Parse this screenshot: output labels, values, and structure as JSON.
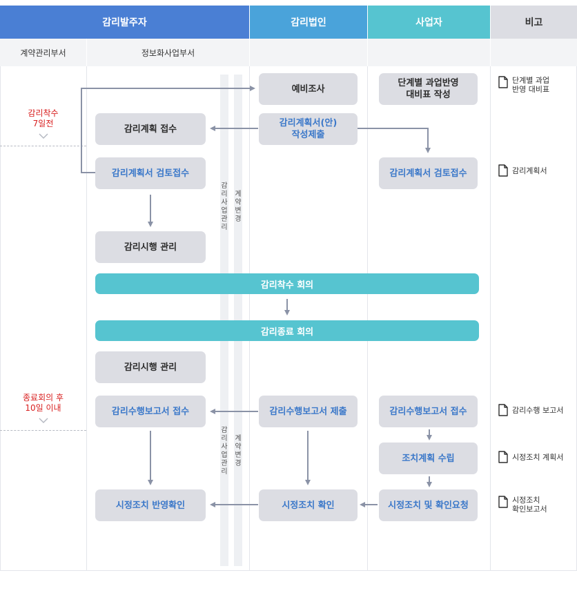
{
  "header": {
    "client": "감리발주자",
    "firm": "감리법인",
    "operator": "사업자",
    "remarks": "비고"
  },
  "subheader": {
    "contract_dept": "계약관리부서",
    "it_dept": "정보화사업부서"
  },
  "timeline": {
    "start_label": "감리착수\n7일전",
    "end_label": "종료회의 후\n10일 이내"
  },
  "boxes": {
    "pre_survey": "예비조사",
    "stage_table": "단계별 과업반영\n대비표 작성",
    "plan_receive": "감리계획 접수",
    "plan_draft_submit": "감리계획서(안)\n작성제출",
    "plan_review_client": "감리계획서 검토접수",
    "plan_review_operator": "감리계획서 검토접수",
    "exec_manage_1": "감리시행 관리",
    "kickoff_meeting": "감리착수 회의",
    "closing_meeting": "감리종료 회의",
    "exec_manage_2": "감리시행 관리",
    "report_receive_client": "감리수행보고서 접수",
    "report_submit": "감리수행보고서 제출",
    "report_receive_operator": "감리수행보고서 접수",
    "action_plan": "조치계획 수립",
    "action_reflect": "시정조치 반영확인",
    "action_confirm": "시정조치 확인",
    "action_request": "시정조치 및 확인요청"
  },
  "bands": {
    "business_mgmt": "감리사업관리",
    "contract_change": "계약변경"
  },
  "notes": {
    "stage_table_doc": "단계별 과업\n반영 대비표",
    "plan_doc": "감리계획서",
    "report_doc": "감리수행 보고서",
    "action_plan_doc": "시정조치 계획서",
    "action_report_doc": "시정조치\n확인보고서"
  },
  "icons": {
    "document": "document-icon",
    "chevron": "chevron-down-icon"
  },
  "colors": {
    "header_client": "#4a7fd4",
    "header_firm": "#4aa3da",
    "header_operator": "#56c4d0",
    "header_remarks": "#dcdde3",
    "box_gray": "#dcdde3",
    "box_blue_text": "#3b78c9",
    "meeting_bar": "#56c4d0",
    "timeline_red": "#d81e1e"
  }
}
